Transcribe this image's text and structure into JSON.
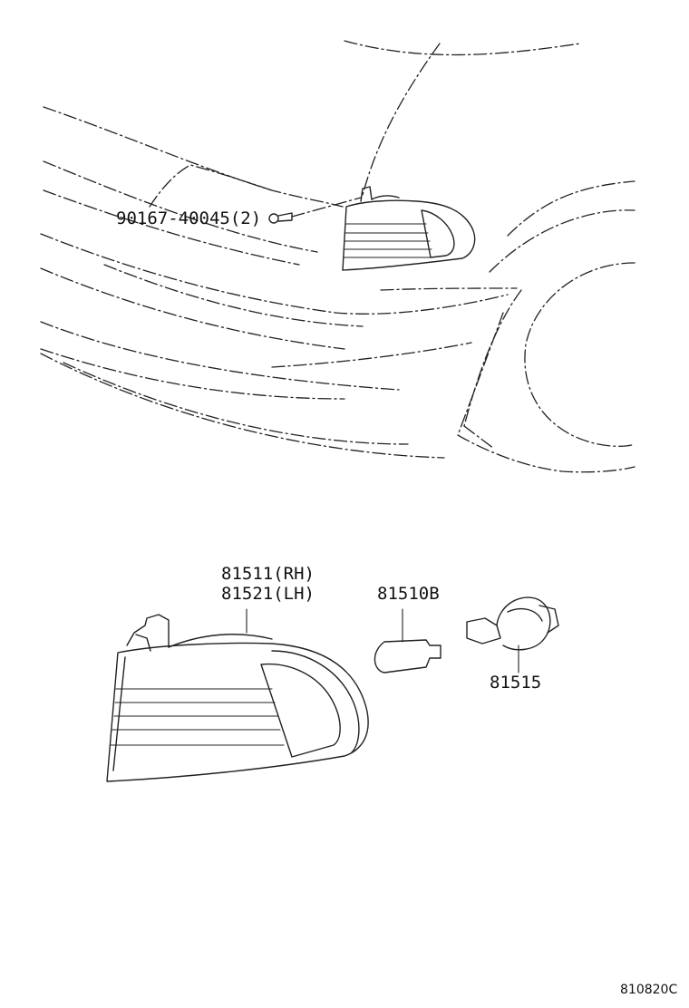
{
  "labels": {
    "bolt": "90167-40045(2)",
    "lamp_rh": "81511(RH)",
    "lamp_lh": "81521(LH)",
    "bulb": "81510B",
    "socket": "81515"
  },
  "illustration_code": "810820C"
}
